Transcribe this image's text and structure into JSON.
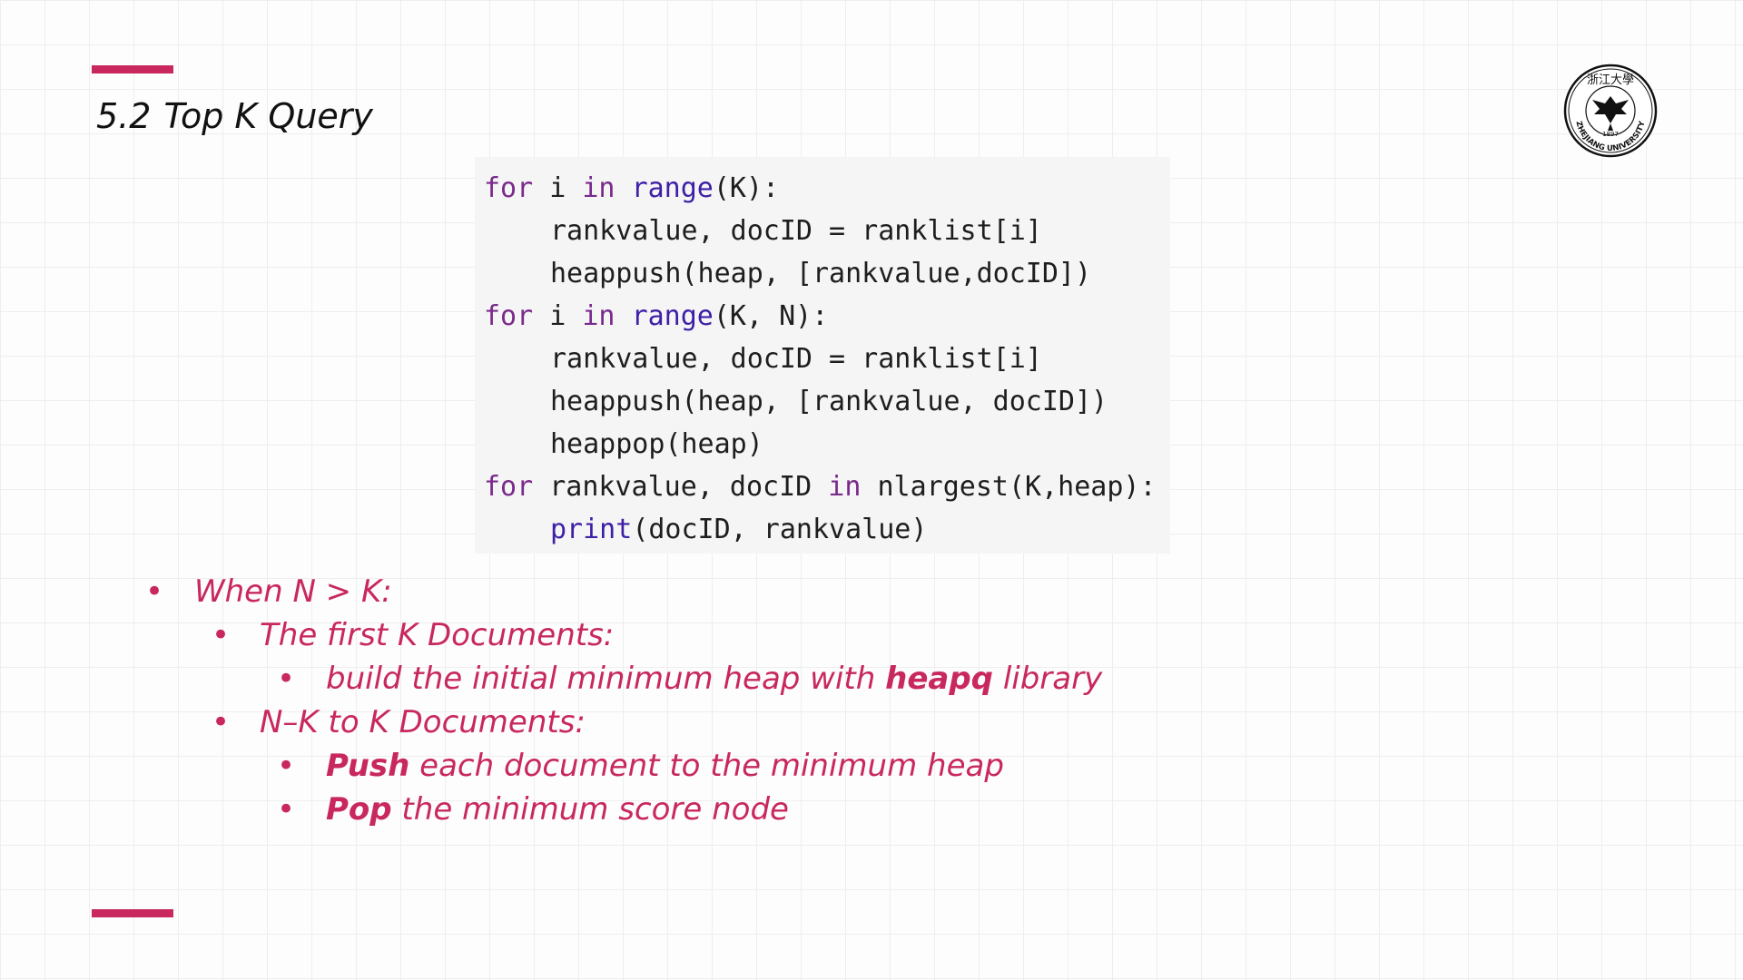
{
  "slide": {
    "title_number": "5.2",
    "title_text": "Top K Query"
  },
  "colors": {
    "accent": "#c8285e",
    "code_keyword": "#7a2a8c",
    "code_builtin": "#3e1fa6",
    "code_text": "#1e1e1e",
    "code_background": "#f5f5f5"
  },
  "logo": {
    "icon": "zhejiang-university-seal-icon",
    "ring_text": "ZHEJIANG UNIVERSITY",
    "year": "1897",
    "top_chars": "浙江大學"
  },
  "code": {
    "line1": {
      "kw1": "for",
      "t1": " i ",
      "kw2": "in",
      "t2": " ",
      "fn1": "range",
      "t3": "(K):"
    },
    "line2": {
      "t1": "rankvalue, docID = ranklist[i]"
    },
    "line3": {
      "t1": "heappush(heap, [rankvalue,docID])"
    },
    "line4": {
      "kw1": "for",
      "t1": " i ",
      "kw2": "in",
      "t2": " ",
      "fn1": "range",
      "t3": "(K, N):"
    },
    "line5": {
      "t1": "rankvalue, docID = ranklist[i]"
    },
    "line6": {
      "t1": "heappush(heap, [rankvalue, docID])"
    },
    "line7": {
      "t1": "heappop(heap)"
    },
    "line8": {
      "kw1": "for",
      "t1": " rankvalue, docID ",
      "kw2": "in",
      "t2": " nlargest(K,heap):"
    },
    "line9": {
      "fn1": "print",
      "t1": "(docID, rankvalue)"
    }
  },
  "bullets": {
    "b1": {
      "text": "When N > K:"
    },
    "b2": {
      "text": "The first K Documents:"
    },
    "b3": {
      "pre": "build the initial minimum heap with ",
      "bold": "heapq",
      "post": " library"
    },
    "b4": {
      "text": "N–K to K Documents:"
    },
    "b5": {
      "bold": "Push",
      "post": " each document to the minimum heap"
    },
    "b6": {
      "bold": "Pop",
      "post": " the minimum score node"
    },
    "marker": "•"
  }
}
